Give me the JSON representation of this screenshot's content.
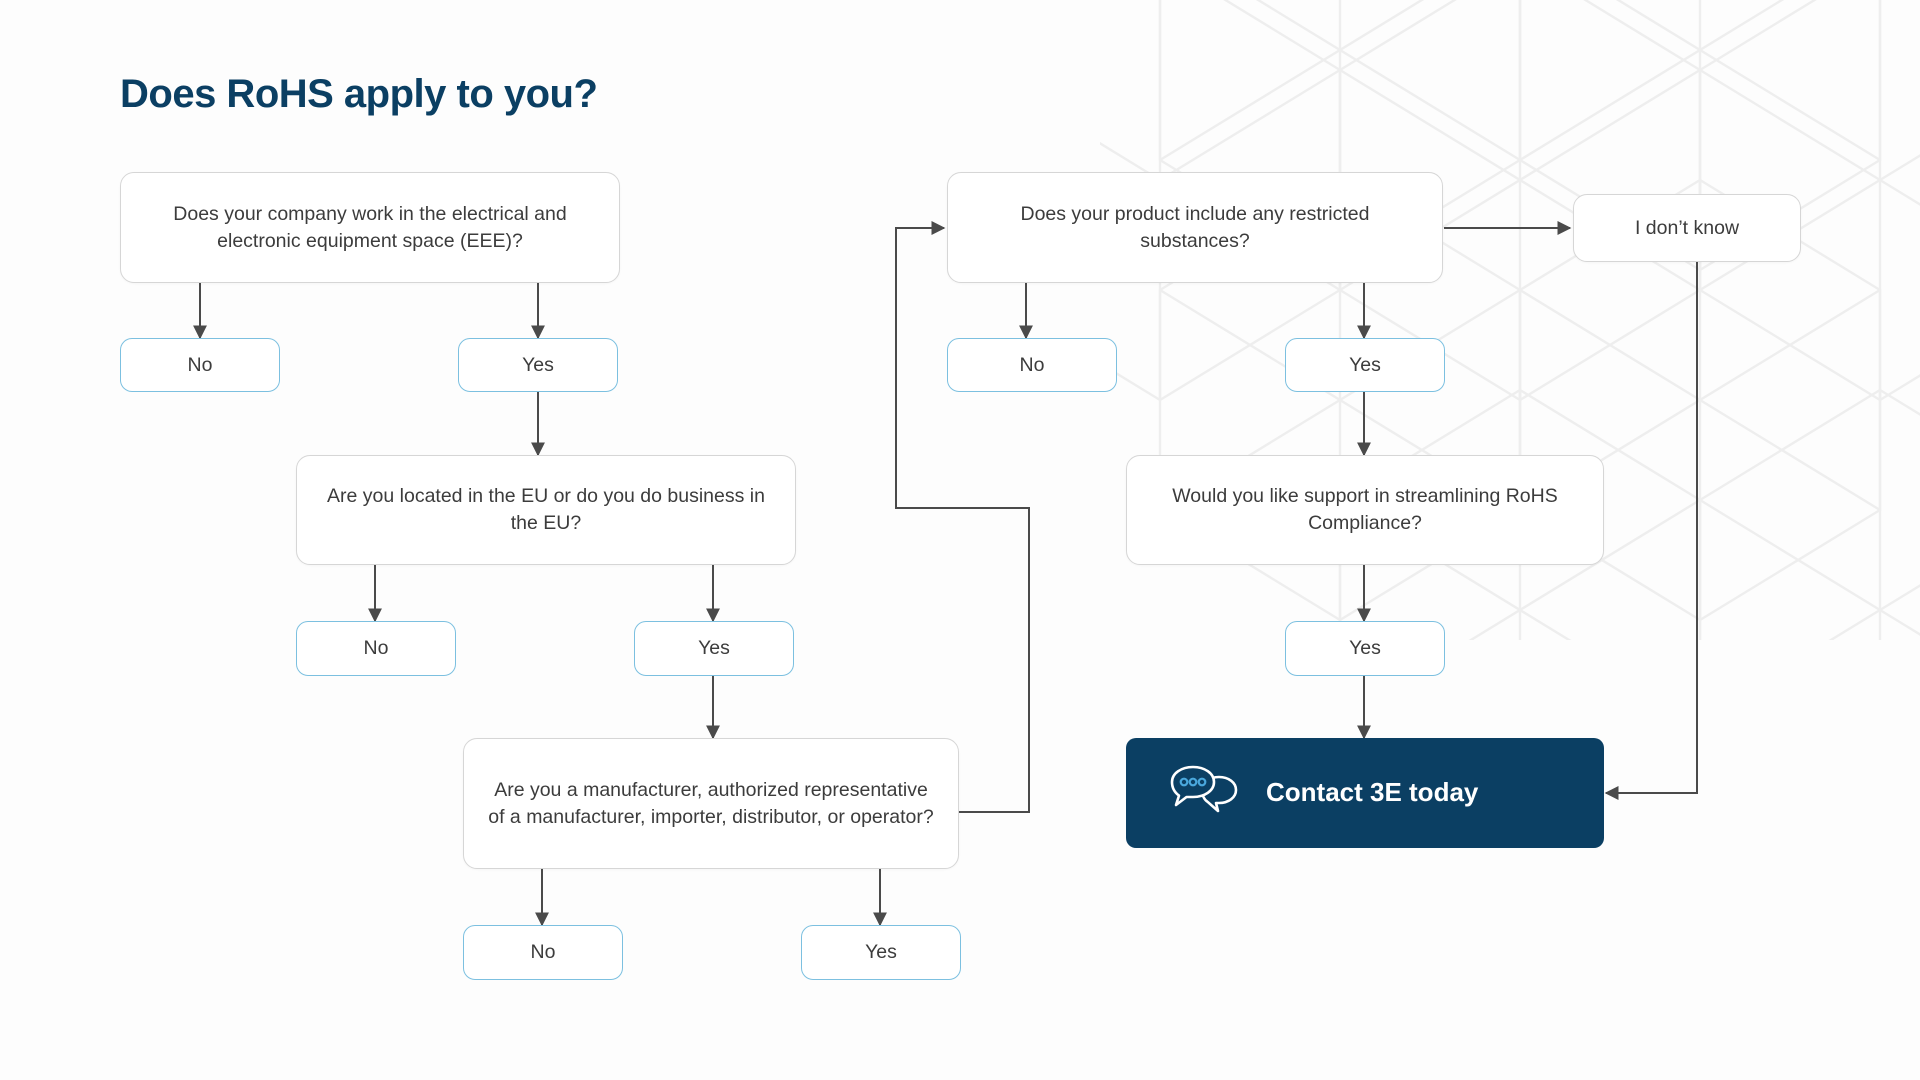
{
  "page": {
    "title": "Does RoHS apply to you?",
    "accent_navy": "#0b3f63",
    "answer_border_blue": "#7cc0e0",
    "question_border_gray": "#d6d6d6",
    "text_gray": "#3c3c3c",
    "connector_gray": "#4a4a4a",
    "background": "#fdfdfd"
  },
  "flow": {
    "q1": {
      "text": "Does your company work in the electrical and electronic equipment space (EEE)?"
    },
    "q1_no": {
      "text": "No"
    },
    "q1_yes": {
      "text": "Yes"
    },
    "q2": {
      "text": "Are you located in the EU or do you do business in the EU?"
    },
    "q2_no": {
      "text": "No"
    },
    "q2_yes": {
      "text": "Yes"
    },
    "q3": {
      "text": "Are you a manufacturer, authorized representative of a manufacturer, importer, distributor, or operator?"
    },
    "q3_no": {
      "text": "No"
    },
    "q3_yes": {
      "text": "Yes"
    },
    "q4": {
      "text": "Does your product include any restricted substances?"
    },
    "q4_no": {
      "text": "No"
    },
    "q4_yes": {
      "text": "Yes"
    },
    "q4_unknown": {
      "text": "I don’t know"
    },
    "q5": {
      "text": "Would you like support in streamlining RoHS Compliance?"
    },
    "q5_yes": {
      "text": "Yes"
    },
    "cta": {
      "label": "Contact 3E today",
      "icon": "chat-bubbles-icon"
    }
  },
  "chart_data": {
    "type": "diagram",
    "title": "Does RoHS apply to you?",
    "nodes": [
      {
        "id": "q1",
        "kind": "question",
        "label": "Does your company work in the electrical and electronic equipment space (EEE)?"
      },
      {
        "id": "q1_no",
        "kind": "answer",
        "label": "No"
      },
      {
        "id": "q1_yes",
        "kind": "answer",
        "label": "Yes"
      },
      {
        "id": "q2",
        "kind": "question",
        "label": "Are you located in the EU or do you do business in the EU?"
      },
      {
        "id": "q2_no",
        "kind": "answer",
        "label": "No"
      },
      {
        "id": "q2_yes",
        "kind": "answer",
        "label": "Yes"
      },
      {
        "id": "q3",
        "kind": "question",
        "label": "Are you a manufacturer, authorized representative of a manufacturer, importer, distributor, or operator?"
      },
      {
        "id": "q3_no",
        "kind": "answer",
        "label": "No"
      },
      {
        "id": "q3_yes",
        "kind": "answer",
        "label": "Yes"
      },
      {
        "id": "q4",
        "kind": "question",
        "label": "Does your product include any restricted substances?"
      },
      {
        "id": "q4_no",
        "kind": "answer",
        "label": "No"
      },
      {
        "id": "q4_yes",
        "kind": "answer",
        "label": "Yes"
      },
      {
        "id": "q4_unknown",
        "kind": "question",
        "label": "I don’t know"
      },
      {
        "id": "q5",
        "kind": "question",
        "label": "Would you like support in streamlining RoHS Compliance?"
      },
      {
        "id": "q5_yes",
        "kind": "answer",
        "label": "Yes"
      },
      {
        "id": "cta",
        "kind": "cta",
        "label": "Contact 3E today"
      }
    ],
    "edges": [
      {
        "from": "q1",
        "to": "q1_no"
      },
      {
        "from": "q1",
        "to": "q1_yes"
      },
      {
        "from": "q1_yes",
        "to": "q2"
      },
      {
        "from": "q2",
        "to": "q2_no"
      },
      {
        "from": "q2",
        "to": "q2_yes"
      },
      {
        "from": "q2_yes",
        "to": "q3"
      },
      {
        "from": "q3",
        "to": "q3_no"
      },
      {
        "from": "q3",
        "to": "q3_yes"
      },
      {
        "from": "q3",
        "to": "q4"
      },
      {
        "from": "q4",
        "to": "q4_no"
      },
      {
        "from": "q4",
        "to": "q4_yes"
      },
      {
        "from": "q4",
        "to": "q4_unknown"
      },
      {
        "from": "q4_yes",
        "to": "q5"
      },
      {
        "from": "q5",
        "to": "q5_yes"
      },
      {
        "from": "q5_yes",
        "to": "cta"
      },
      {
        "from": "q4_unknown",
        "to": "cta"
      }
    ]
  }
}
